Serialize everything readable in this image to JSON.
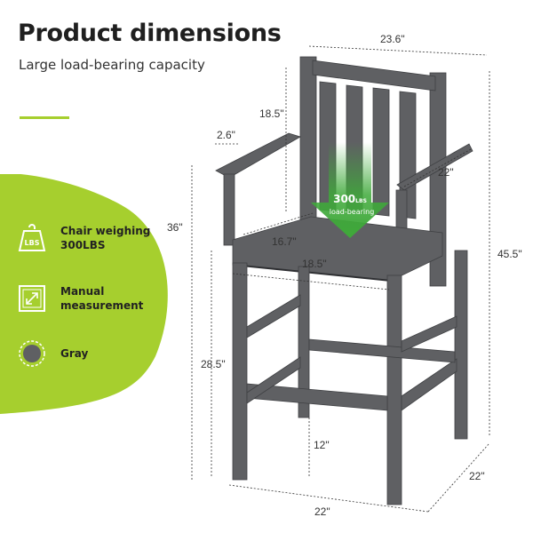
{
  "title": "Product dimensions",
  "subtitle": "Large load-bearing capacity",
  "features": [
    {
      "icon": "weight-icon",
      "icon_text": "LBS",
      "label": "Chair weighing\n300LBS"
    },
    {
      "icon": "measure-icon",
      "label": "Manual\nmeasurement"
    },
    {
      "icon": "color-swatch-icon",
      "label": "Gray"
    }
  ],
  "dimensions": {
    "top_width": "23.6\"",
    "back_height": "18.5\"",
    "arm_width": "2.6\"",
    "arm_depth": "22\"",
    "seat_height_total": "36\"",
    "seat_depth": "16.7\"",
    "seat_width": "18.5\"",
    "overall_height": "45.5\"",
    "leg_height": "28.5\"",
    "footrest_height": "12\"",
    "base_depth": "22\"",
    "base_width": "22\""
  },
  "load": {
    "value": "300",
    "unit": "LBS",
    "label": "load-bearing"
  },
  "colors": {
    "accent": "#a6cf2e",
    "chair": "#5f6063",
    "chair_dark": "#48494c",
    "arrow": "#3fa93a"
  }
}
